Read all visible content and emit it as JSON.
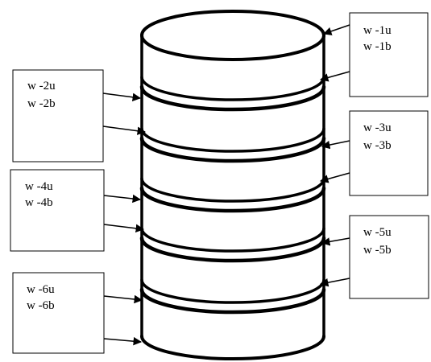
{
  "labels": {
    "box1": {
      "upper": "w -1u",
      "lower": "w -1b"
    },
    "box2": {
      "upper": "w -2u",
      "lower": "w -2b"
    },
    "box3": {
      "upper": "w -3u",
      "lower": "w -3b"
    },
    "box4": {
      "upper": "w -4u",
      "lower": "w -4b"
    },
    "box5": {
      "upper": "w -5u",
      "lower": "w -5b"
    },
    "box6": {
      "upper": "w -6u",
      "lower": "w -6b"
    }
  },
  "colors": {
    "stroke": "#000000",
    "fill": "#ffffff"
  }
}
